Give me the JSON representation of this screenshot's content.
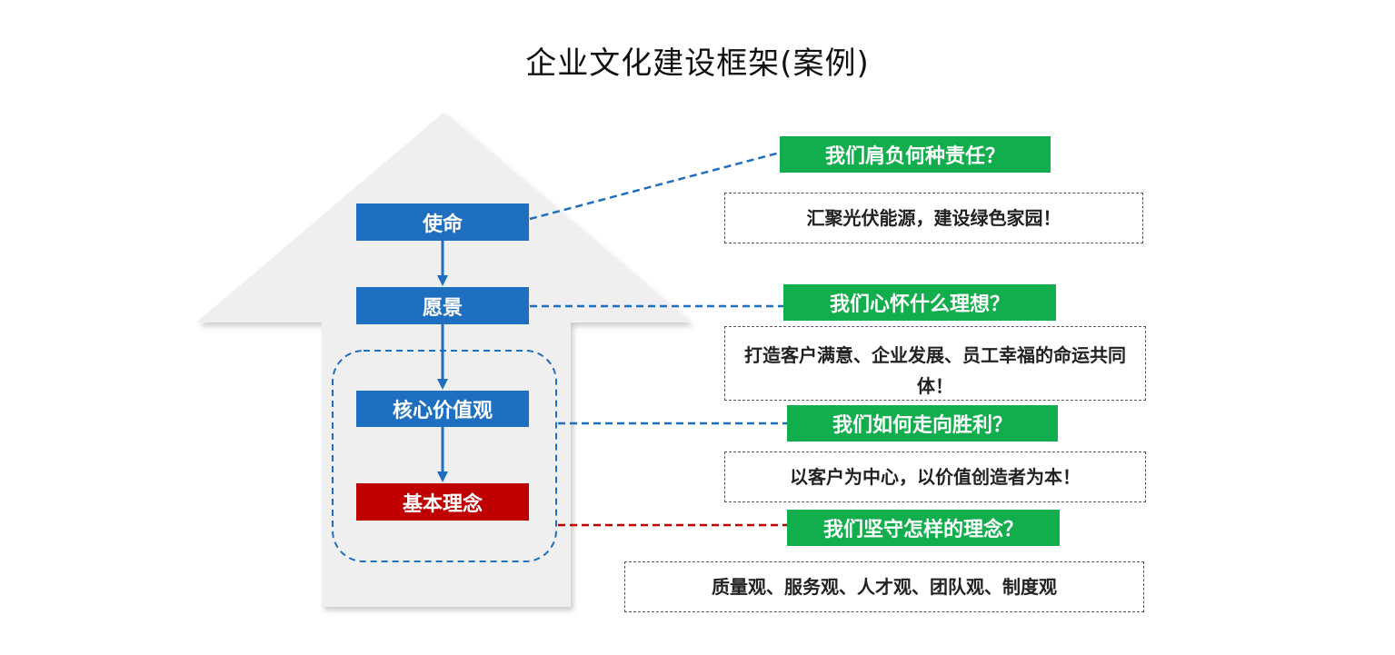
{
  "title": "企业文化建设框架(案例)",
  "pillars": [
    {
      "label": "使命",
      "question": "我们肩负何种责任？",
      "answer": "汇聚光伏能源，建设绿色家园！"
    },
    {
      "label": "愿景",
      "question": "我们心怀什么理想？",
      "answer": "打造客户满意、企业发展、员工幸福的命运共同体！"
    },
    {
      "label": "核心价值观",
      "question": "我们如何走向胜利？",
      "answer": "以客户为中心，以价值创造者为本！"
    },
    {
      "label": "基本理念",
      "question": "我们坚守怎样的理念？",
      "answer": "质量观、服务观、人才观、团队观、制度观"
    }
  ],
  "colors": {
    "pillar_blue": "#1f6fc0",
    "pillar_red": "#c00000",
    "question_green": "#12ad4c",
    "arrow_fill": "#efefef"
  }
}
